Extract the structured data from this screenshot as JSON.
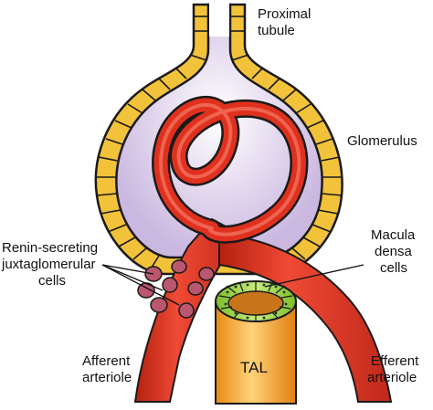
{
  "labels": {
    "proximal_tubule": [
      "Proximal",
      "tubule"
    ],
    "glomerulus": "Glomerulus",
    "renin_cells": [
      "Renin-secreting",
      "juxtaglomerular",
      "cells"
    ],
    "macula_densa": [
      "Macula",
      "densa",
      "cells"
    ],
    "afferent": [
      "Afferent",
      "arteriole"
    ],
    "efferent": [
      "Efferent",
      "arteriole"
    ],
    "tal": "TAL"
  },
  "colors": {
    "capsule_cell": "#f2c23a",
    "capsule_inner": "#d9cce6",
    "vessel": "#e0301e",
    "vessel_dark": "#a81c10",
    "juxtaglomerular_cell": "#b8576e",
    "macula_cell": "#9ed24a",
    "tal_tube": "#f5a623",
    "tal_lumen": "#c8751a"
  }
}
